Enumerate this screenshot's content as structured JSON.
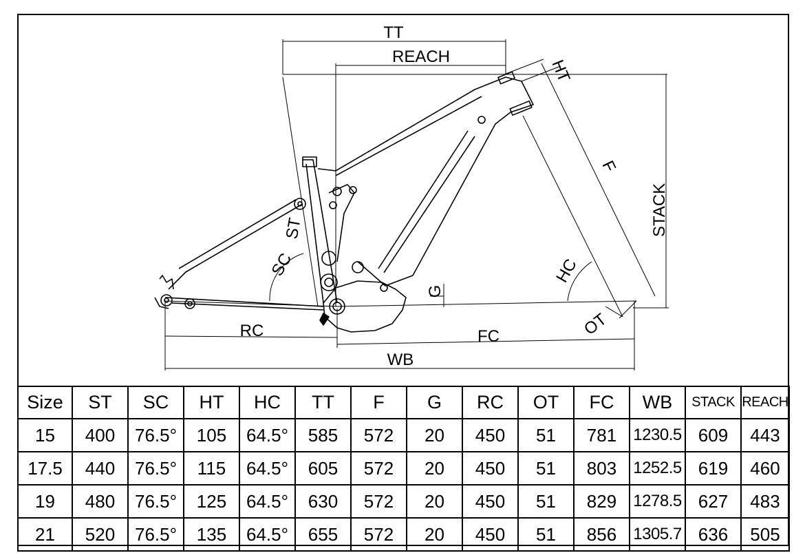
{
  "diagram": {
    "labels": {
      "tt": "TT",
      "reach": "REACH",
      "ht": "HT",
      "f": "F",
      "stack": "STACK",
      "st": "ST",
      "sc": "SC",
      "hc": "HC",
      "g": "G",
      "ot": "OT",
      "rc": "RC",
      "fc": "FC",
      "wb": "WB"
    }
  },
  "table": {
    "headers": [
      "Size",
      "ST",
      "SC",
      "HT",
      "HC",
      "TT",
      "F",
      "G",
      "RC",
      "OT",
      "FC",
      "WB",
      "STACK",
      "REACH"
    ],
    "rows": [
      [
        "15",
        "400",
        "76.5°",
        "105",
        "64.5°",
        "585",
        "572",
        "20",
        "450",
        "51",
        "781",
        "1230.5",
        "609",
        "443"
      ],
      [
        "17.5",
        "440",
        "76.5°",
        "115",
        "64.5°",
        "605",
        "572",
        "20",
        "450",
        "51",
        "803",
        "1252.5",
        "619",
        "460"
      ],
      [
        "19",
        "480",
        "76.5°",
        "125",
        "64.5°",
        "630",
        "572",
        "20",
        "450",
        "51",
        "829",
        "1278.5",
        "627",
        "483"
      ],
      [
        "21",
        "520",
        "76.5°",
        "135",
        "64.5°",
        "655",
        "572",
        "20",
        "450",
        "51",
        "856",
        "1305.7",
        "636",
        "505"
      ]
    ]
  }
}
